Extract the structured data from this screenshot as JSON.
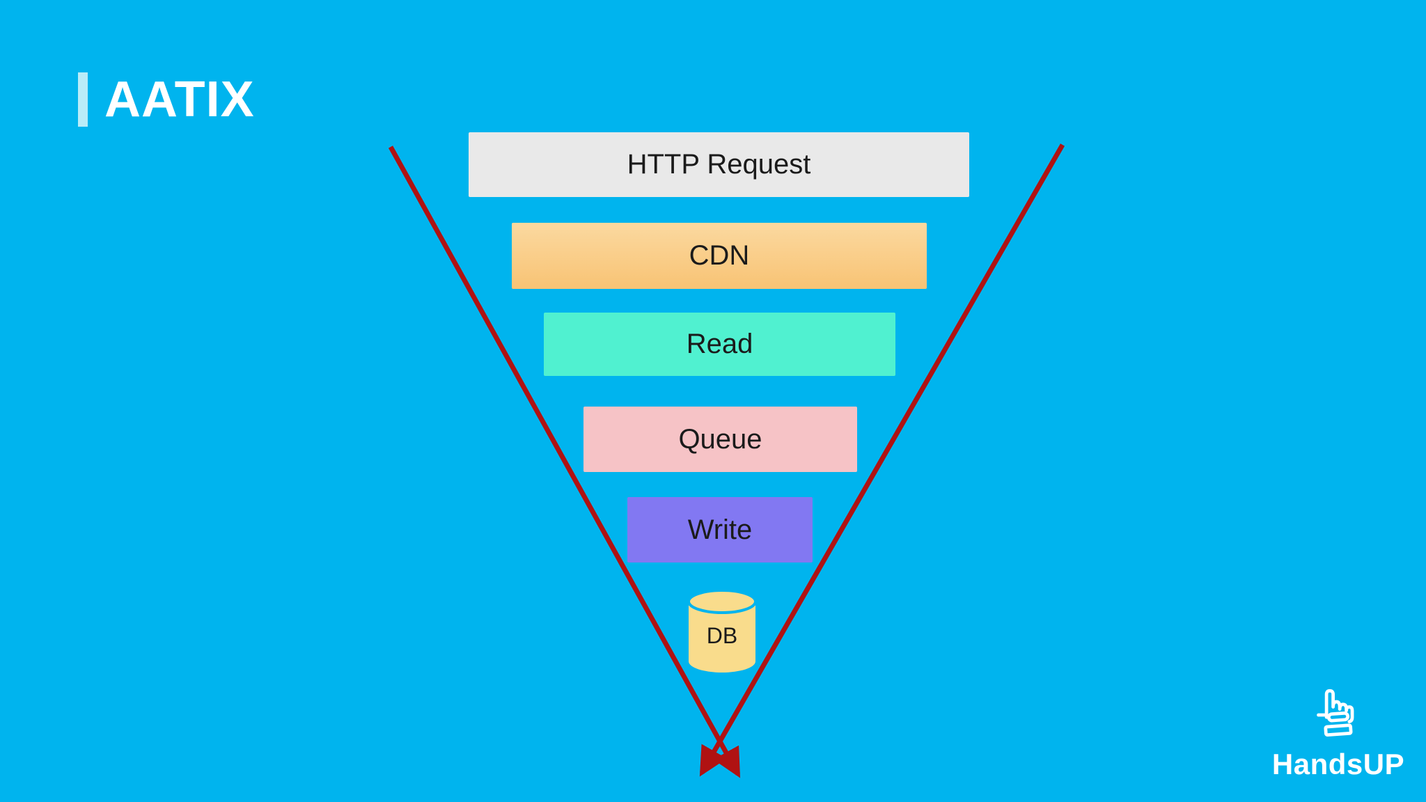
{
  "slide": {
    "title": "AATIX"
  },
  "colors": {
    "background": "#00b4ee",
    "accent_bar": "#b9ecf8",
    "title_text": "#ffffff",
    "label_text": "#1b1b1b",
    "arrow": "#b01212",
    "logo": "#ffffff"
  },
  "funnel": {
    "layers": [
      {
        "label": "HTTP Request",
        "background": "#e9e9e9"
      },
      {
        "label": "CDN",
        "background": "linear-gradient(180deg, #fbd9a0, #f8c374)"
      },
      {
        "label": "Read",
        "background": "#50f1d0"
      },
      {
        "label": "Queue",
        "background": "#f6c3c6"
      },
      {
        "label": "Write",
        "background": "#8278f2"
      }
    ],
    "database": {
      "label": "DB",
      "color": "#f9dc8c"
    }
  },
  "logo": {
    "text": "HandsUP",
    "icon": "hand-pointing-up-icon"
  }
}
